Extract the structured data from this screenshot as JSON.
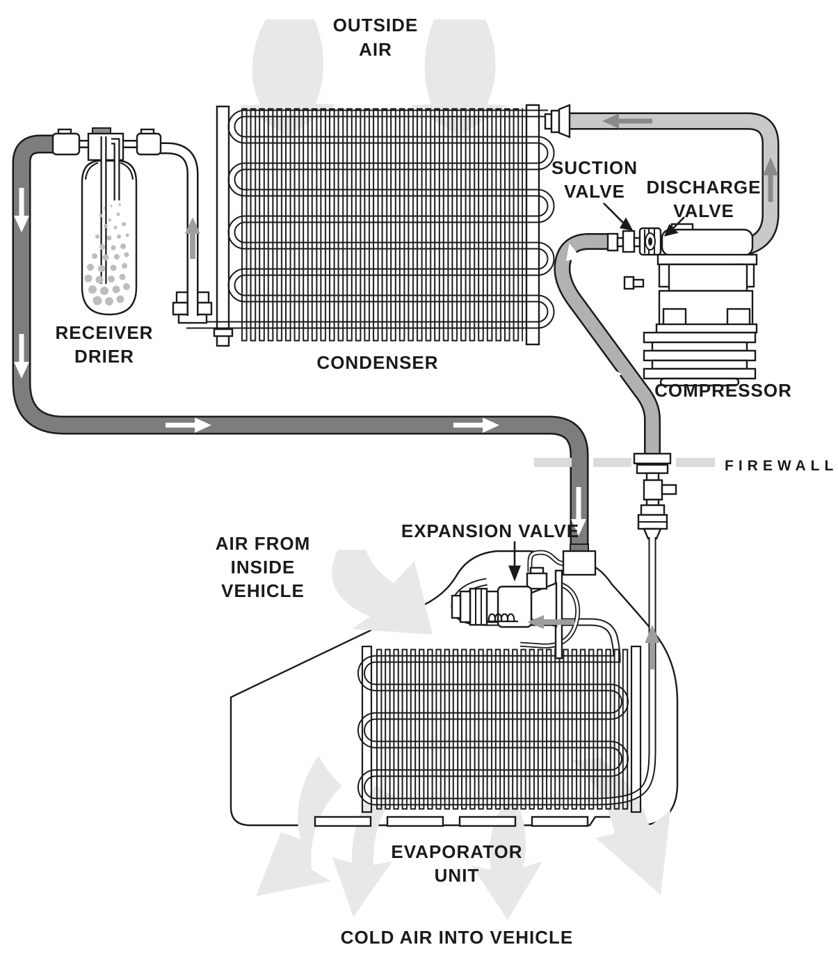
{
  "diagram": {
    "type": "automotive-air-conditioning-system",
    "labels": {
      "outside_air": {
        "lines": [
          "OUTSIDE",
          "AIR"
        ]
      },
      "receiver_drier": {
        "lines": [
          "RECEIVER",
          "DRIER"
        ]
      },
      "condenser": {
        "text": "CONDENSER"
      },
      "suction_valve": {
        "lines": [
          "SUCTION",
          "VALVE"
        ]
      },
      "discharge_valve": {
        "lines": [
          "DISCHARGE",
          "VALVE"
        ]
      },
      "compressor": {
        "text": "COMPRESSOR"
      },
      "firewall": {
        "text": "FIREWALL"
      },
      "expansion_valve": {
        "text": "EXPANSION VALVE"
      },
      "air_from_inside": {
        "lines": [
          "AIR FROM",
          "INSIDE",
          "VEHICLE"
        ]
      },
      "evaporator_unit": {
        "lines": [
          "EVAPORATOR",
          "UNIT"
        ]
      },
      "cold_air": {
        "text": "COLD AIR INTO VEHICLE"
      }
    },
    "colors": {
      "line_art": "#1a1a1a",
      "liquid_line": "#7d7d7d",
      "discharge_line": "#c9c9c9",
      "suction_hose": "#b1b1b1",
      "air_arrow": "#e8e8e8",
      "firewall_gray": "#dbdbdb",
      "desiccant": "#bdbdbd",
      "arrow_white": "#ffffff",
      "arrow_dark_gray": "#8a8a8a",
      "arrow_mid_gray": "#9e9e9e"
    },
    "icons": {
      "air_flow": "wide-curved-down-arrow",
      "refrigerant_flow": "small-directional-arrow"
    }
  }
}
